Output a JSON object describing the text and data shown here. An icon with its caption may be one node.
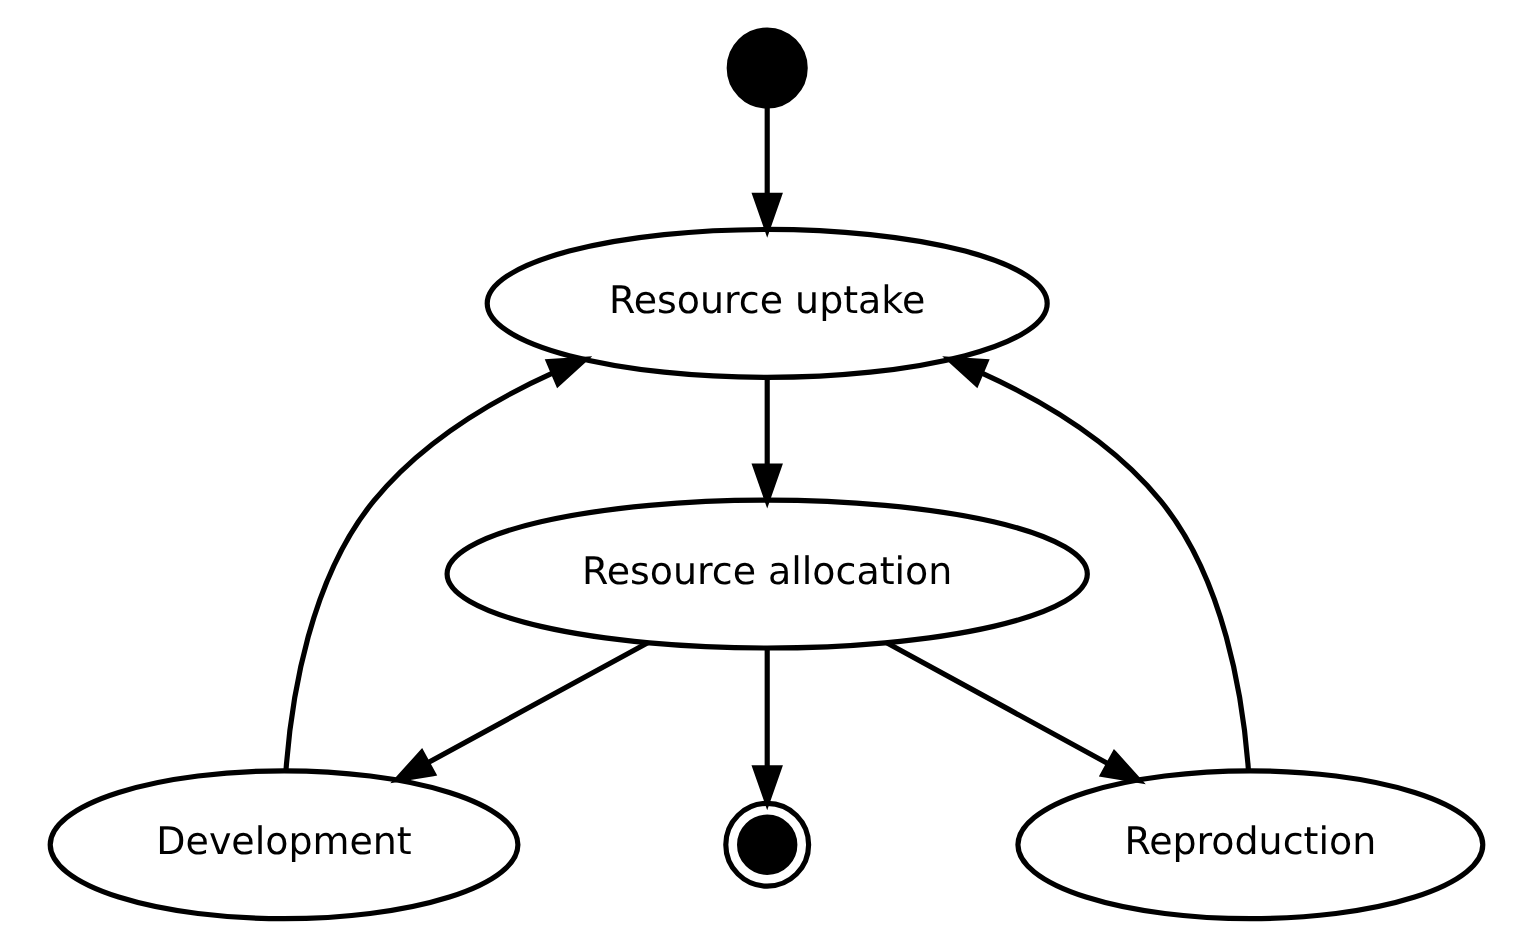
{
  "diagram": {
    "nodes": [
      {
        "text": [],
        "shape": "circle"
      },
      {
        "text": [
          "Resource uptake"
        ]
      },
      {
        "text": [
          "Resource allocation"
        ]
      },
      {
        "text": [
          "Development"
        ]
      },
      {
        "text": [
          "Reproduction"
        ]
      },
      {
        "text": [],
        "shape": "circle"
      }
    ],
    "edges": [
      {
        "from": 0,
        "to": 1,
        "arrow": "to"
      },
      {
        "from": 1,
        "to": 2,
        "arrow": "to"
      },
      {
        "from": 2,
        "to": 3,
        "arrow": "to"
      },
      {
        "from": 2,
        "to": 4,
        "arrow": "to"
      },
      {
        "from": 2,
        "to": 5,
        "arrow": "to"
      },
      {
        "from": 3,
        "to": 1,
        "arrow": "to"
      },
      {
        "from": 4,
        "to": 1,
        "arrow": "to"
      }
    ]
  }
}
